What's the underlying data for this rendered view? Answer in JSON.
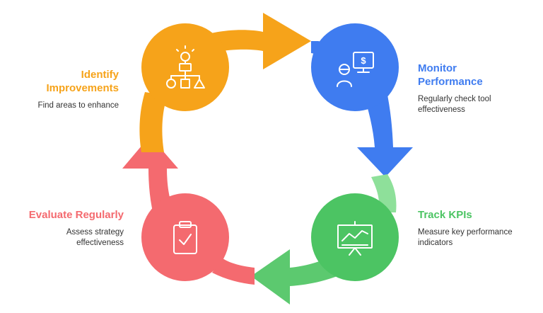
{
  "colors": {
    "orange": "#f6a31a",
    "orange_dark": "#e8931a",
    "blue": "#3f7cf0",
    "blue_dark": "#2f6ae2",
    "green": "#8ee09a",
    "green_dark": "#4cc463",
    "red": "#f46a6f",
    "red_dark": "#ee5a60",
    "text_dark": "#333333"
  },
  "steps": [
    {
      "title": "Identify Improvements",
      "title_lines": [
        "Identify",
        "Improvements"
      ],
      "desc_lines": [
        "Find areas to enhance"
      ],
      "icon": "idea-shapes-icon",
      "color_key": "orange"
    },
    {
      "title": "Monitor Performance",
      "title_lines": [
        "Monitor",
        "Performance"
      ],
      "desc_lines": [
        "Regularly check tool",
        "effectiveness"
      ],
      "icon": "person-monitor-dollar-icon",
      "color_key": "blue"
    },
    {
      "title": "Track KPIs",
      "title_lines": [
        "Track KPIs"
      ],
      "desc_lines": [
        "Measure key performance",
        "indicators"
      ],
      "icon": "presentation-chart-icon",
      "color_key": "green"
    },
    {
      "title": "Evaluate Regularly",
      "title_lines": [
        "Evaluate Regularly"
      ],
      "desc_lines": [
        "Assess strategy",
        "effectiveness"
      ],
      "icon": "clipboard-check-icon",
      "color_key": "red"
    }
  ]
}
